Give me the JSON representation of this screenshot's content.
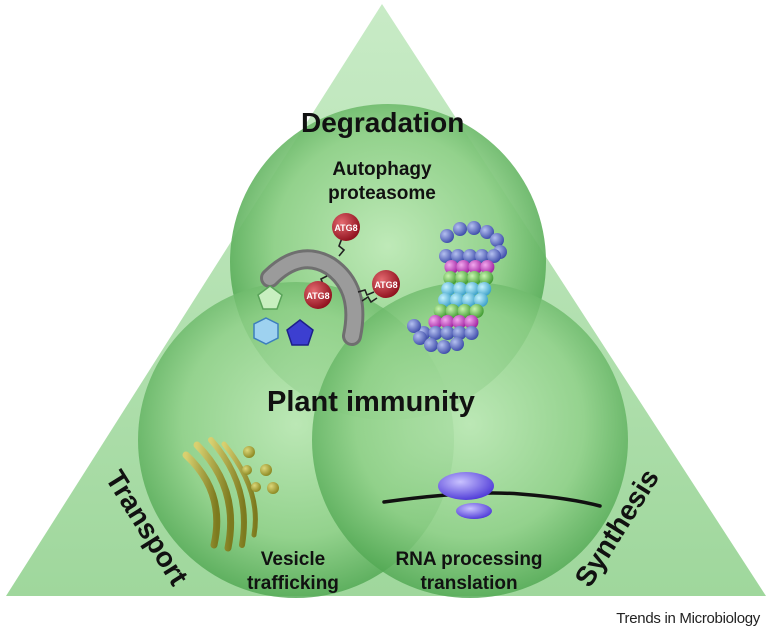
{
  "labels": {
    "degradation": "Degradation",
    "transport": "Transport",
    "synthesis": "Synthesis",
    "degradation_sub_line1": "Autophagy",
    "degradation_sub_line2": "proteasome",
    "transport_sub_line1": "Vesicle",
    "transport_sub_line2": "trafficking",
    "synthesis_sub_line1": "RNA processing",
    "synthesis_sub_line2": "translation",
    "center": "Plant immunity",
    "atg_tag": "ATG8",
    "journal": "Trends in Microbiology"
  },
  "colors": {
    "triangle": "#a6d9a6",
    "circle_light": "#b9e8b3",
    "circle_dark": "#4fae4f",
    "ribosome": "#5a4be0",
    "atg_ball": "#b8202e",
    "membrane": "#8a8a8a",
    "vesicle": "#8e8b2a"
  },
  "icons": {
    "autophagy": "autophagosome-membrane-icon",
    "proteasome": "proteasome-icon",
    "vesicles": "golgi-vesicle-icon",
    "ribosome": "ribosome-mrna-icon",
    "pentagons": "cargo-pentagon-icon"
  }
}
